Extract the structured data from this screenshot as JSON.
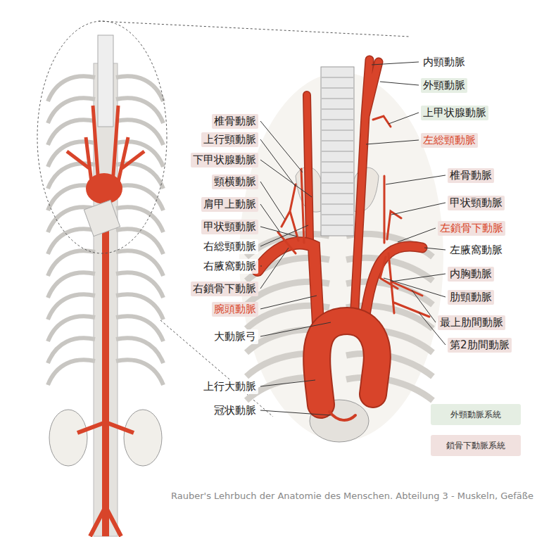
{
  "diagram": {
    "caption": "Rauber's Lehrbuch der Anatomie des Menschen. Abteilung 3 - Muskeln, Gefäße",
    "labels": [
      "内頸動脈",
      "外頸動脈",
      "上甲状腺動脈",
      "左総頸動脈",
      "椎骨動脈",
      "甲状頸動脈",
      "左鎖骨下動脈",
      "左腋窩動脈",
      "内胸動脈",
      "肋頸動脈",
      "最上肋間動脈",
      "第2肋間動脈",
      "椎骨動脈",
      "上行頸動脈",
      "下甲状腺動脈",
      "頸横動脈",
      "肩甲上動脈",
      "甲状頸動脈",
      "右総頸動脈",
      "右腋窩動脈",
      "右鎖骨下動脈",
      "腕頭動脈",
      "大動脈弓",
      "上行大動脈",
      "冠状動脈"
    ],
    "legend": [
      {
        "text": "外頸動脈系統",
        "color": "#e5eee3"
      },
      {
        "text": "鎖骨下動脈系統",
        "color": "#f1e1df"
      }
    ]
  }
}
